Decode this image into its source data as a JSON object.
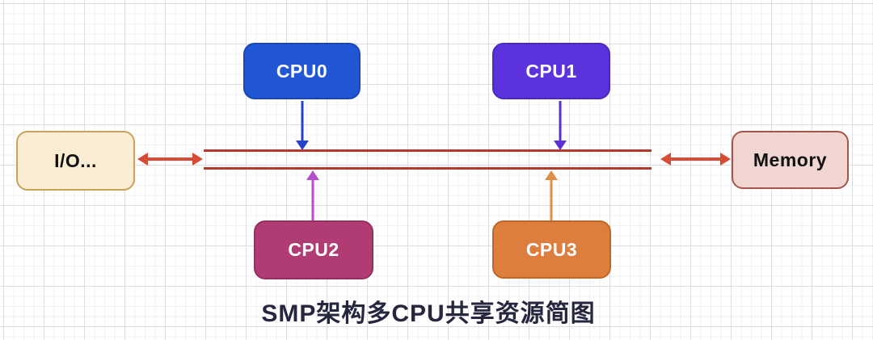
{
  "diagram": {
    "caption": "SMP架构多CPU共享资源简图",
    "nodes": [
      {
        "id": "cpu0",
        "label": "CPU0",
        "fill": "#2156D5",
        "border": "#1B46B6",
        "text_color": "#FFFFFF"
      },
      {
        "id": "cpu1",
        "label": "CPU1",
        "fill": "#5B32DC",
        "border": "#4A28BB",
        "text_color": "#FFFFFF"
      },
      {
        "id": "cpu2",
        "label": "CPU2",
        "fill": "#B13C74",
        "border": "#942F60",
        "text_color": "#FFFFFF"
      },
      {
        "id": "cpu3",
        "label": "CPU3",
        "fill": "#DD7E3E",
        "border": "#C06524",
        "text_color": "#FFFFFF"
      },
      {
        "id": "io",
        "label": "I/O...",
        "fill": "#FAEDD3",
        "border": "#C9A35B",
        "text_color": "#111111"
      },
      {
        "id": "memory",
        "label": "Memory",
        "fill": "#F0D5D1",
        "border": "#A6554A",
        "text_color": "#111111"
      }
    ],
    "bus": {
      "lines": 2,
      "color": "#B5382C"
    },
    "arrows": [
      {
        "id": "cpu0-to-bus",
        "direction": "down",
        "color": "#2341C9"
      },
      {
        "id": "cpu1-to-bus",
        "direction": "down",
        "color": "#5B2FD6"
      },
      {
        "id": "cpu2-to-bus",
        "direction": "up",
        "color": "#B44FC9"
      },
      {
        "id": "cpu3-to-bus",
        "direction": "up",
        "color": "#E08E45"
      },
      {
        "id": "io-to-bus",
        "direction": "both",
        "color": "#D74C35"
      },
      {
        "id": "bus-to-memory",
        "direction": "both",
        "color": "#D74C35"
      }
    ],
    "background": {
      "grid_minor": "#F1F1F4",
      "grid_major": "#DCDCE2"
    }
  }
}
